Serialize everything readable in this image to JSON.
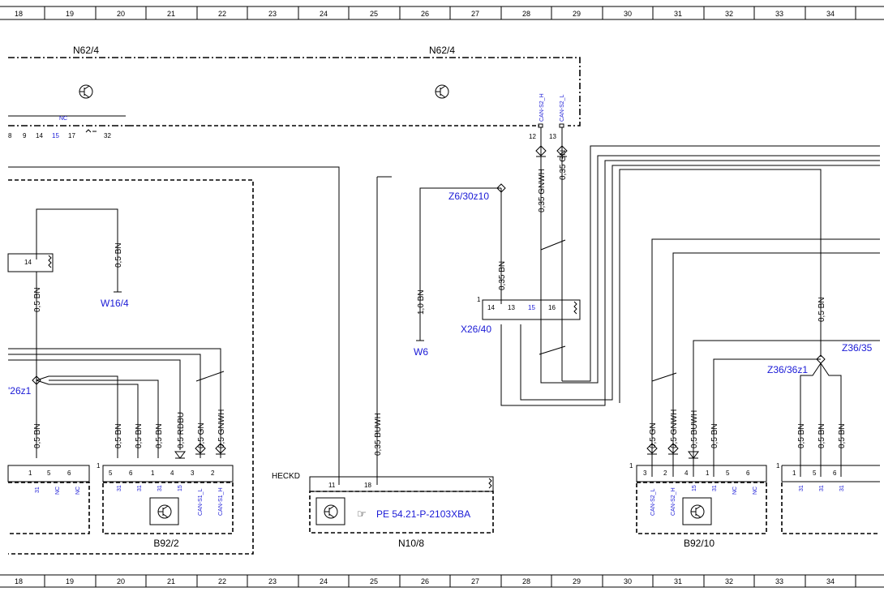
{
  "grid": {
    "columns": [
      "18",
      "19",
      "20",
      "21",
      "22",
      "23",
      "24",
      "25",
      "26",
      "27",
      "28",
      "29",
      "30",
      "31",
      "32",
      "33",
      "34"
    ]
  },
  "components": {
    "n62_left": "N62/4",
    "n62_right": "N62/4",
    "n62_pins": [
      "8",
      "9",
      "14",
      "15",
      "17",
      "32"
    ],
    "n62_nc": "NC",
    "n62_can_h": "CAN-S2_H",
    "n62_can_l": "CAN-S2_L",
    "n62_pin12": "12",
    "n62_pin13": "13",
    "b92_2": "B92/2",
    "n10_8": "N10/8",
    "b92_10": "B92/10",
    "heckd": "HECKD",
    "pe_ref": "PE 54.21-P-2103XBA",
    "x26_40": "X26/40",
    "w16_4": "W16/4",
    "w6": "W6",
    "z6_30z10": "Z6/30z10",
    "z36_35": "Z36/35",
    "z36_36z1": "Z36/36z1",
    "left_26z1": "'26z1"
  },
  "wires": {
    "bn05": "0,5 BN",
    "bn035": "0,35 BN",
    "bn10": "1,0 BN",
    "gnwh035": "0,35 GNWH",
    "gn035": "0,35 GN",
    "buwh035": "0,35 BUWH",
    "rdbu05": "0,5 RDBU",
    "gn05": "0,5 GN",
    "gnwh05": "0,5 GNWH",
    "buwh05": "0,5 BUWH"
  },
  "pins": {
    "left_conn": [
      "1",
      "5",
      "6"
    ],
    "left_conn_sig": [
      "31",
      "NC",
      "NC"
    ],
    "b92_2_pins": [
      "5",
      "6",
      "1",
      "4",
      "3",
      "2"
    ],
    "b92_2_sig": [
      "31",
      "31",
      "31",
      "15",
      "CAN-S1_L",
      "CAN-S1_H"
    ],
    "b92_2_one": "1",
    "n10_pins": [
      "11",
      "18"
    ],
    "x26_pins": [
      "14",
      "13",
      "15",
      "16"
    ],
    "x26_one": "1",
    "w16_pin": "14",
    "b92_10_pins": [
      "3",
      "2",
      "4",
      "1",
      "5",
      "6"
    ],
    "b92_10_sig": [
      "CAN-S2_L",
      "CAN-S2_H",
      "15",
      "31",
      "NC",
      "NC"
    ],
    "b92_10_one": "1",
    "right_conn_pins": [
      "1",
      "5",
      "6"
    ],
    "right_conn_sig": [
      "31",
      "31",
      "31"
    ],
    "right_one": "1"
  }
}
